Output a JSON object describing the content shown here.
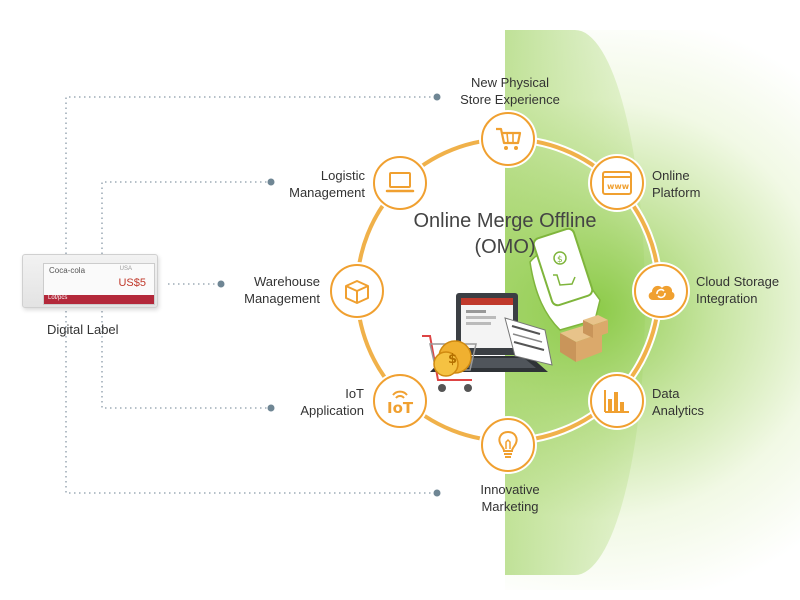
{
  "title": {
    "line1": "Online Merge Offline",
    "line2": "(OMO)"
  },
  "device": {
    "caption": "Digital Label",
    "product": "Coca-cola",
    "origin": "USA",
    "price": "US$5",
    "bar_text": "Lot/pcs"
  },
  "nodes": {
    "store": {
      "line1": "New Physical",
      "line2": "Store Experience",
      "icon": "shopping-cart-icon"
    },
    "online": {
      "line1": "Online",
      "line2": "Platform",
      "icon": "www-browser-icon"
    },
    "cloud": {
      "line1": "Cloud Storage",
      "line2": "Integration",
      "icon": "cloud-sync-icon"
    },
    "data": {
      "line1": "Data",
      "line2": "Analytics",
      "icon": "bar-chart-icon"
    },
    "marketing": {
      "line1": "Innovative",
      "line2": "Marketing",
      "icon": "light-bulb-icon"
    },
    "iot": {
      "line1": "IoT",
      "line2": "Application",
      "icon": "iot-icon",
      "icon_text": "IoT"
    },
    "warehouse": {
      "line1": "Warehouse",
      "line2": "Management",
      "icon": "box-icon"
    },
    "logistic": {
      "line1": "Logistic",
      "line2": "Management",
      "icon": "laptop-icon"
    }
  },
  "colors": {
    "accent": "#f0a030",
    "green": "#8dc63f",
    "label_red": "#b3283a"
  }
}
